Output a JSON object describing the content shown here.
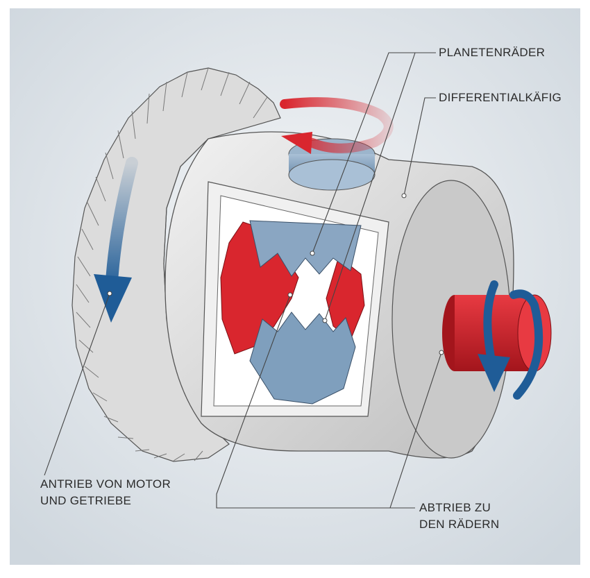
{
  "labels": {
    "planet_gears": "PLANETENRÄDER",
    "differential_cage": "DIFFERENTIALKÄFIG",
    "input_line1": "ANTRIEB VON MOTOR",
    "input_line2": "UND GETRIEBE",
    "output_line1": "ABTRIEB ZU",
    "output_line2": "DEN RÄDERN"
  },
  "colors": {
    "background_outer": "#ffffff",
    "background_panel": "#dde3e8",
    "housing": "#e4e4e4",
    "housing_shadow": "#b9b9b9",
    "gear_teeth": "#d9d9d9",
    "side_gears": "#d9262e",
    "planet_gears": "#7f9fbd",
    "arrow_red": "#d9262e",
    "arrow_blue": "#1f5c97",
    "leader_line": "#444444"
  }
}
